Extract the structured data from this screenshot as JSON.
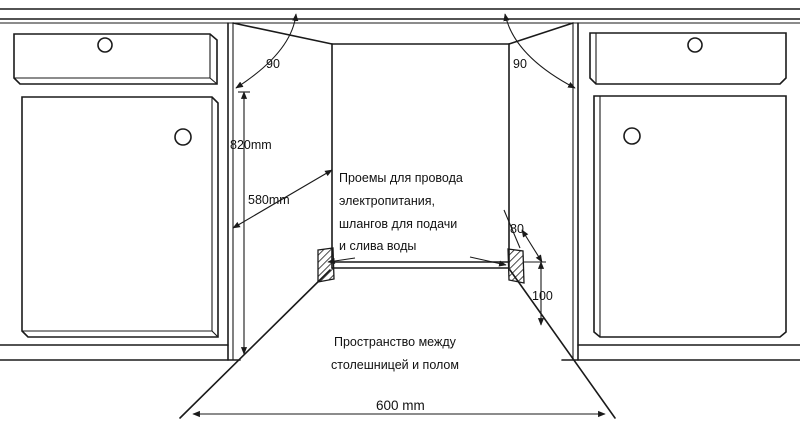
{
  "labels": {
    "angle_left": "90",
    "angle_right": "90",
    "height_820": "820mm",
    "depth_580": "580mm",
    "width_600": "600 mm",
    "dim_80": "80",
    "dim_100": "100",
    "openings_line1": "Проемы для провода",
    "openings_line2": "электропитания,",
    "openings_line3": "шлангов  для подачи",
    "openings_line4": "и слива воды",
    "space_line1": "Пространство между",
    "space_line2": "столешницей и полом"
  },
  "colors": {
    "line": "#1a1a1a",
    "background": "#ffffff",
    "hatch": "#1a1a1a"
  }
}
